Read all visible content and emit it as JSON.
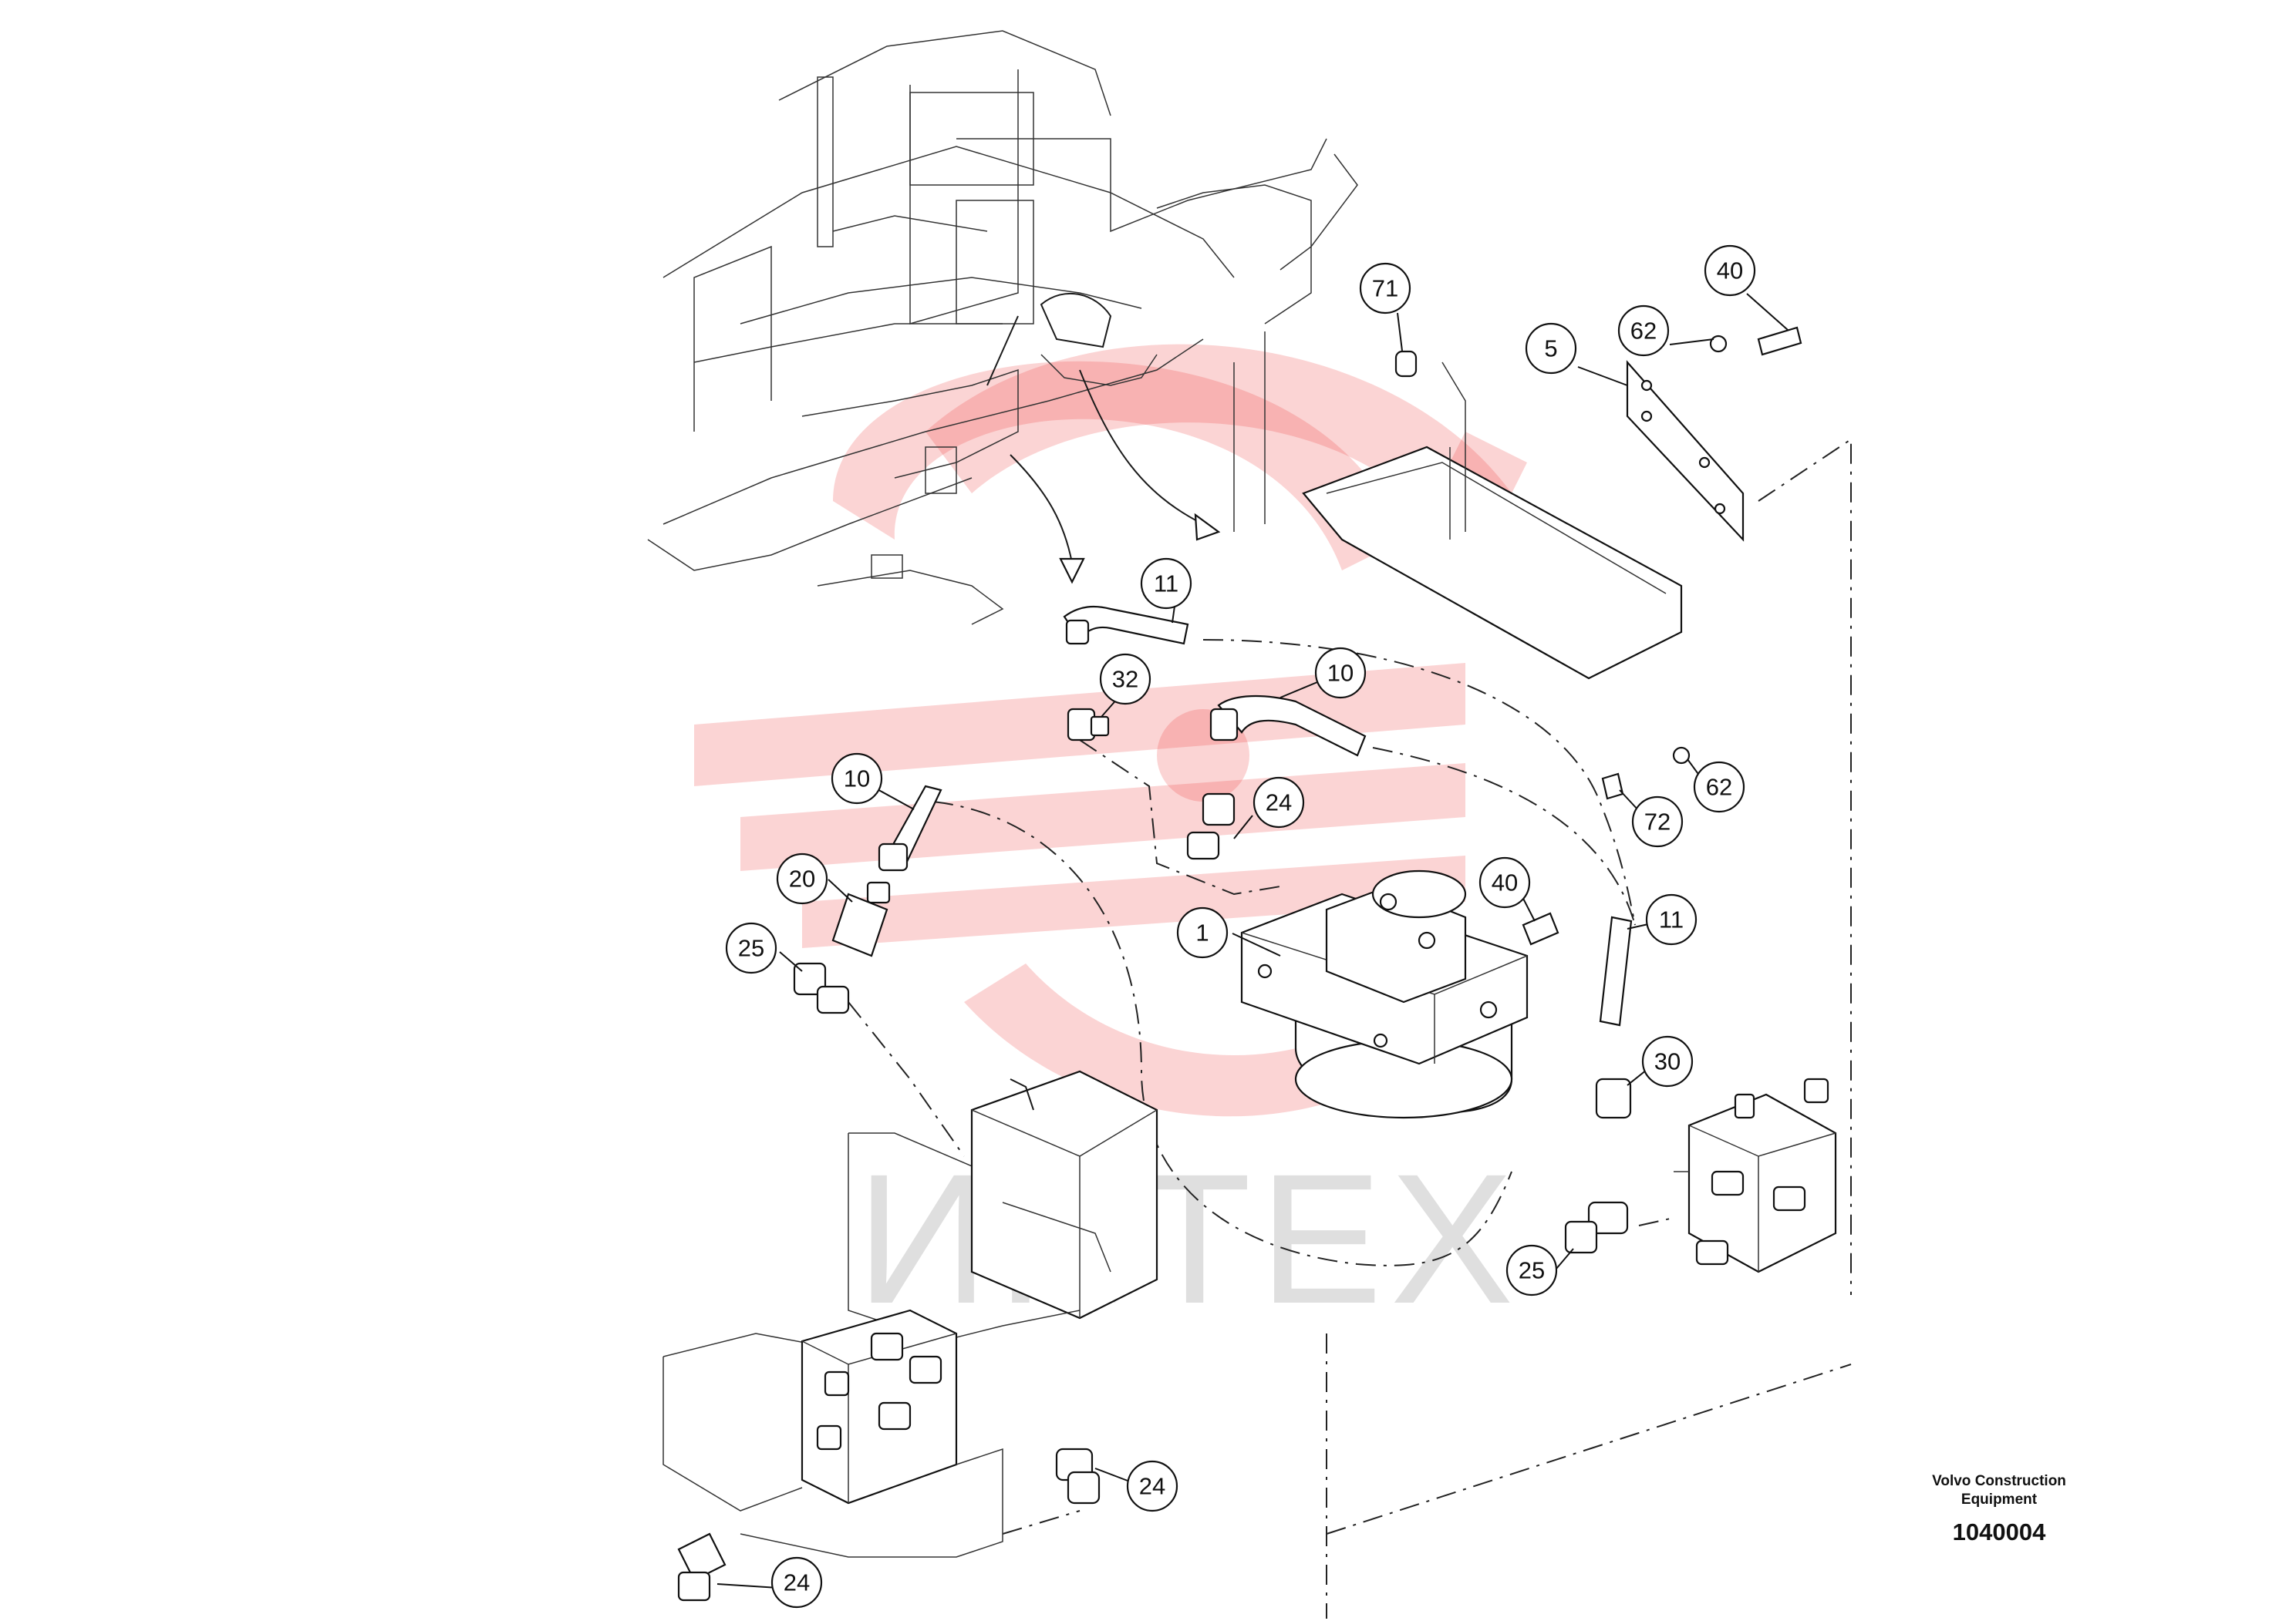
{
  "callouts": [
    {
      "id": "c71",
      "label": "71"
    },
    {
      "id": "c40a",
      "label": "40"
    },
    {
      "id": "c62a",
      "label": "62"
    },
    {
      "id": "c5",
      "label": "5"
    },
    {
      "id": "c11a",
      "label": "11"
    },
    {
      "id": "c32",
      "label": "32"
    },
    {
      "id": "c10a",
      "label": "10"
    },
    {
      "id": "c10b",
      "label": "10"
    },
    {
      "id": "c24a",
      "label": "24"
    },
    {
      "id": "c62b",
      "label": "62"
    },
    {
      "id": "c72",
      "label": "72"
    },
    {
      "id": "c20",
      "label": "20"
    },
    {
      "id": "c40b",
      "label": "40"
    },
    {
      "id": "c11b",
      "label": "11"
    },
    {
      "id": "c1",
      "label": "1"
    },
    {
      "id": "c25a",
      "label": "25"
    },
    {
      "id": "c30",
      "label": "30"
    },
    {
      "id": "c25b",
      "label": "25"
    },
    {
      "id": "c24b",
      "label": "24"
    },
    {
      "id": "c24c",
      "label": "24"
    }
  ],
  "footer": {
    "company_line1": "Volvo Construction",
    "company_line2": "Equipment",
    "drawing_number": "1040004"
  },
  "watermark": {
    "text": "ИНТЕХ",
    "color": "#ef3b3b"
  }
}
